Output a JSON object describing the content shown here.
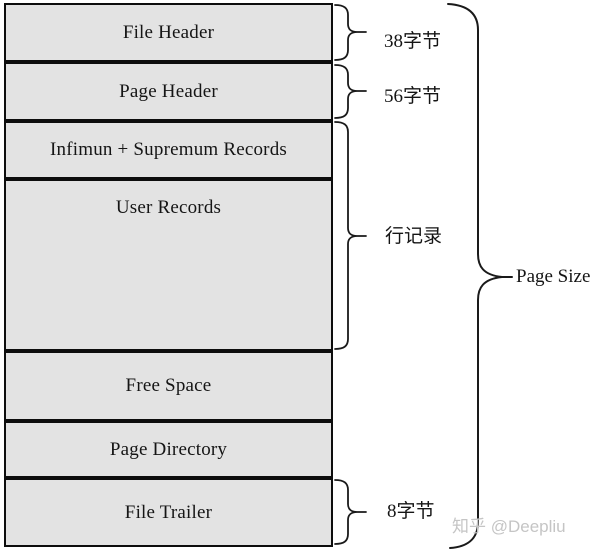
{
  "diagram": {
    "boxes": [
      {
        "label": "File Header"
      },
      {
        "label": "Page Header"
      },
      {
        "label": "Infimun + Supremum Records"
      },
      {
        "label": "User Records"
      },
      {
        "label": "Free Space"
      },
      {
        "label": "Page Directory"
      },
      {
        "label": "File Trailer"
      }
    ],
    "annotations": {
      "file_header_size": "38字节",
      "page_header_size": "56字节",
      "row_records": "行记录",
      "file_trailer_size": "8字节",
      "page_size": "Page Size"
    },
    "watermark": "知乎 @Deepliu",
    "colors": {
      "box_fill": "#e3e3e3",
      "line": "#1a1a1a",
      "text": "#151515",
      "watermark": "#c5c5c5",
      "background": "#ffffff"
    }
  }
}
